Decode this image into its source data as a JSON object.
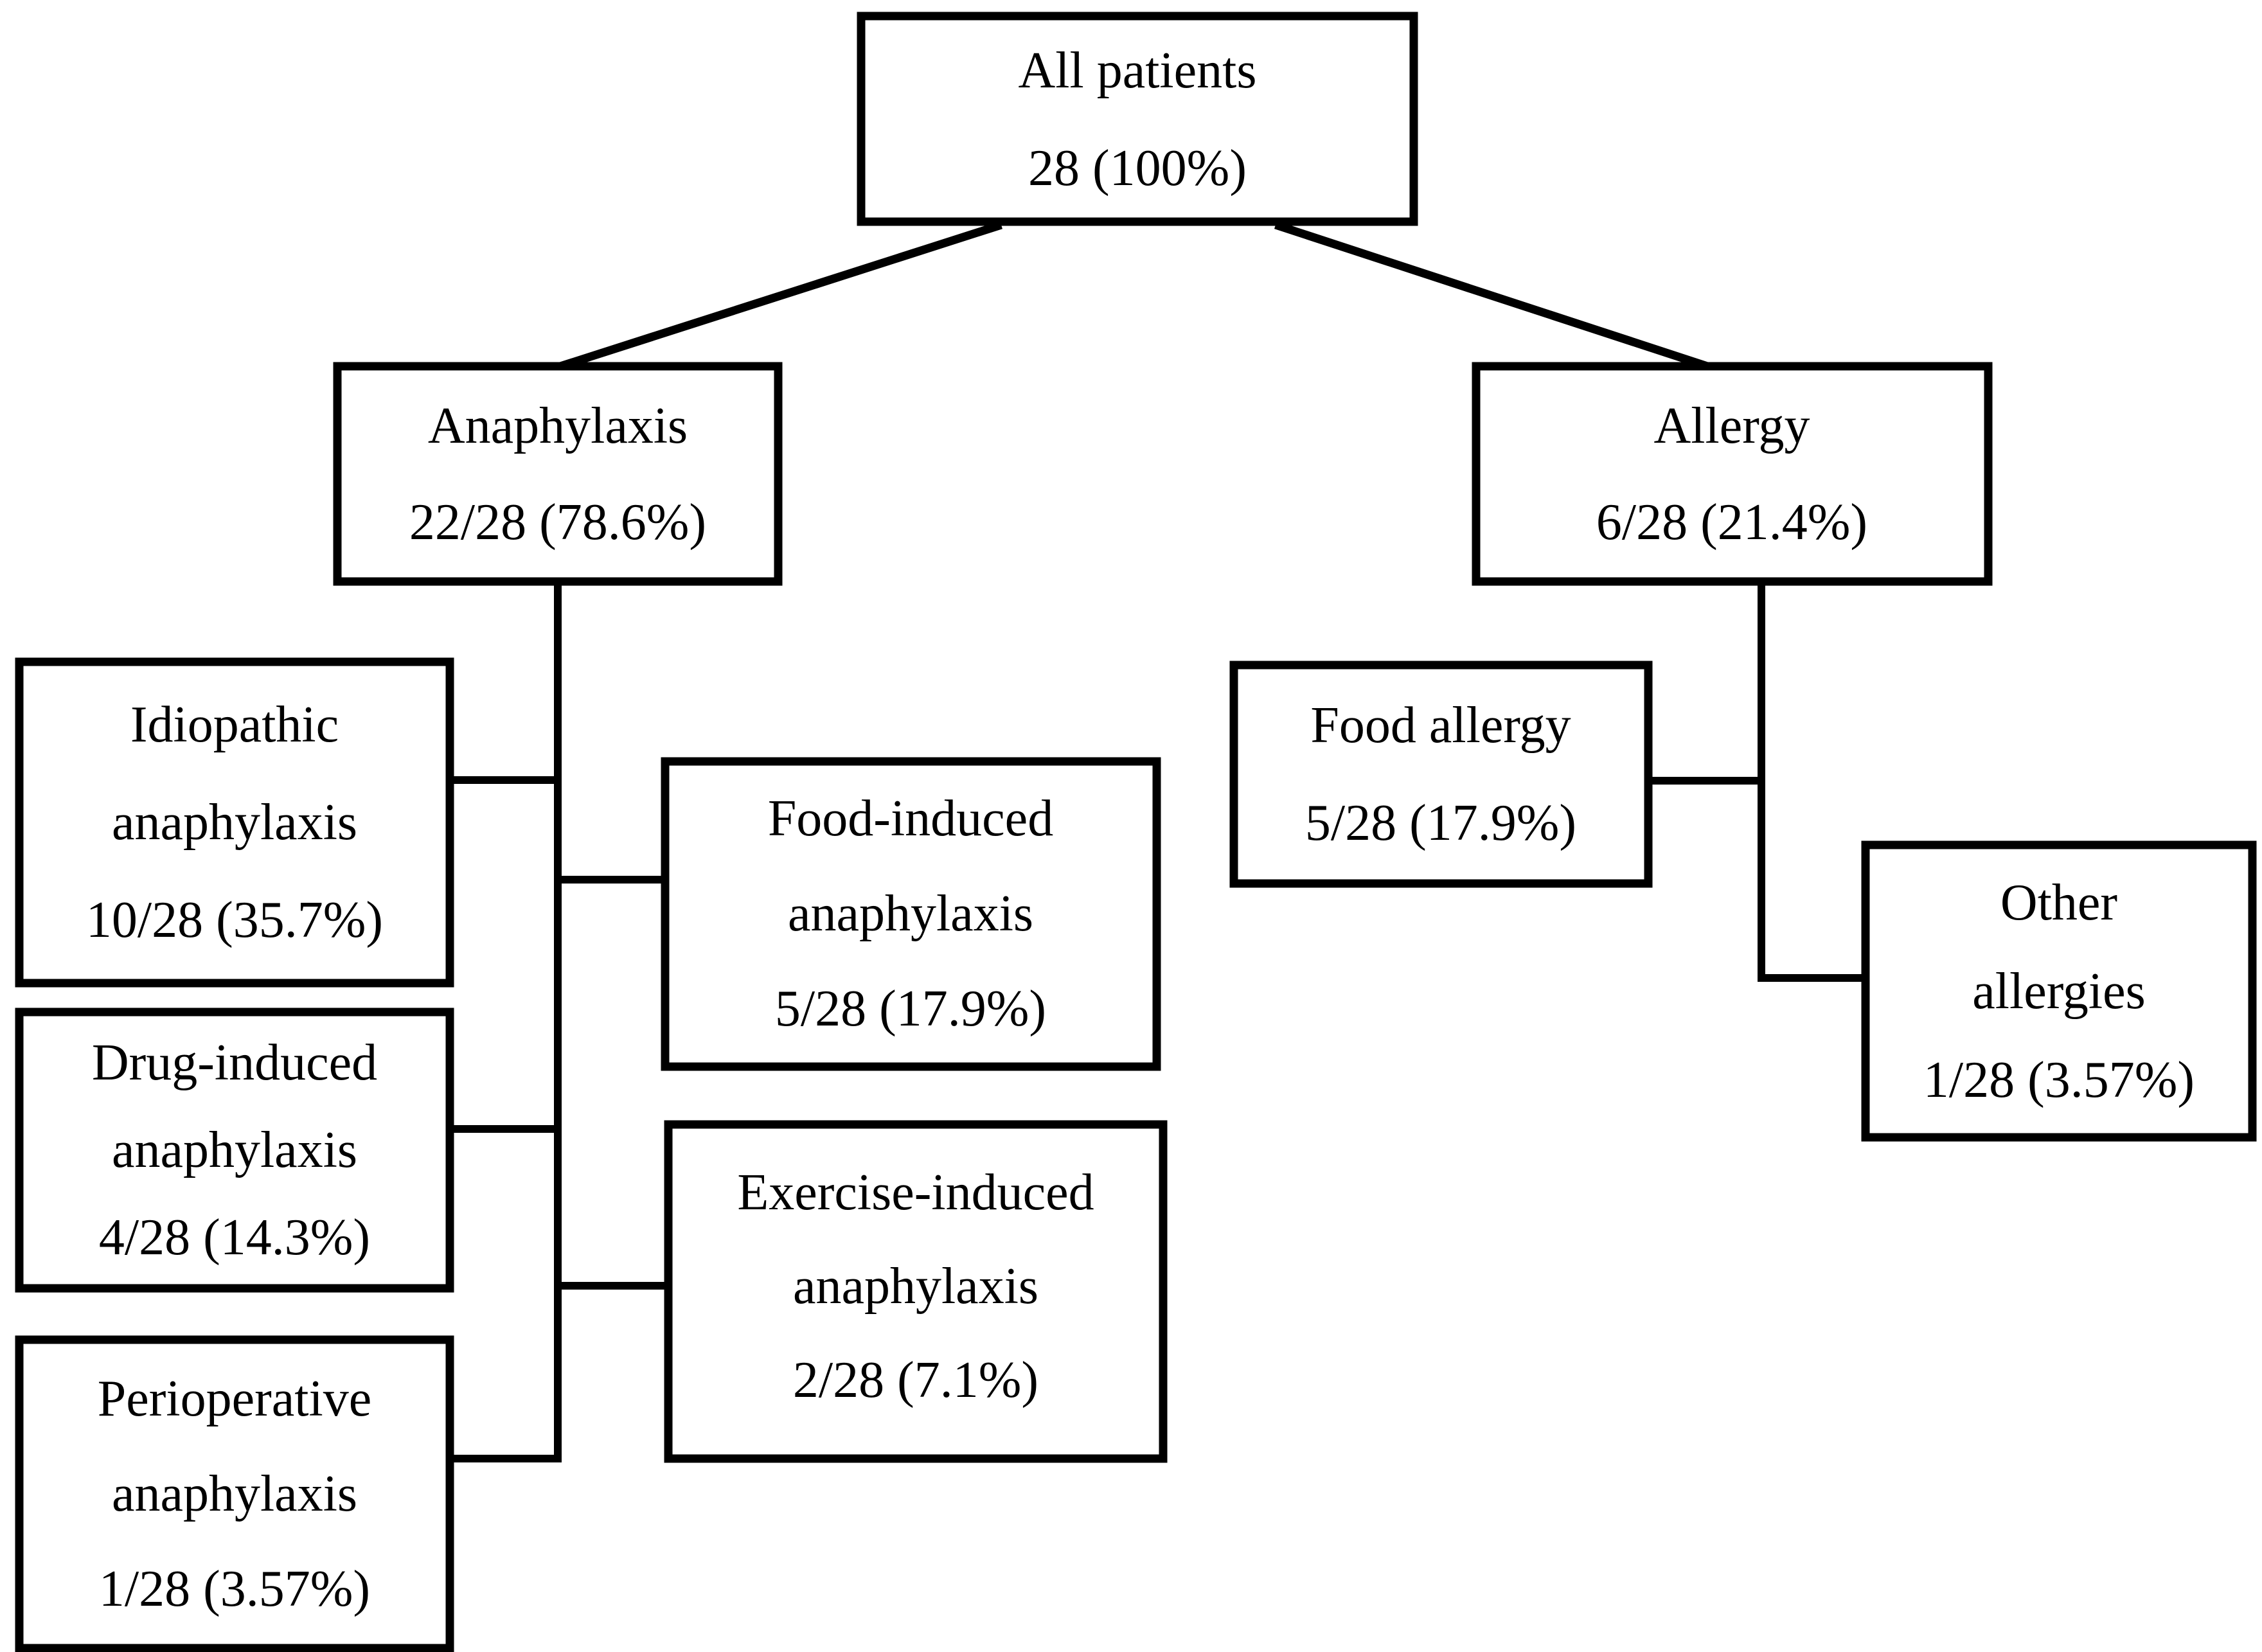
{
  "figure": {
    "background_color": "#ffffff",
    "line_color": "#000000",
    "text_color": "#000000",
    "total_patients": 28
  },
  "nodes": {
    "all_patients": {
      "line1": "All patients",
      "line2": "28 (100%)"
    },
    "anaphylaxis": {
      "line1": "Anaphylaxis",
      "line2": "22/28 (78.6%)"
    },
    "allergy": {
      "line1": "Allergy",
      "line2": "6/28 (21.4%)"
    },
    "idiopathic": {
      "line1": "Idiopathic",
      "line2": "anaphylaxis",
      "line3": "10/28 (35.7%)"
    },
    "drug_induced": {
      "line1": "Drug-induced",
      "line2": "anaphylaxis",
      "line3": "4/28 (14.3%)"
    },
    "perioperative": {
      "line1": "Perioperative",
      "line2": "anaphylaxis",
      "line3": "1/28 (3.57%)"
    },
    "food_induced": {
      "line1": "Food-induced",
      "line2": "anaphylaxis",
      "line3": "5/28 (17.9%)"
    },
    "exercise_induced": {
      "line1": "Exercise-induced",
      "line2": "anaphylaxis",
      "line3": "2/28 (7.1%)"
    },
    "food_allergy": {
      "line1": "Food allergy",
      "line2": "5/28 (17.9%)"
    },
    "other_allergies": {
      "line1": "Other",
      "line2": "allergies",
      "line3": "1/28 (3.57%)"
    }
  }
}
